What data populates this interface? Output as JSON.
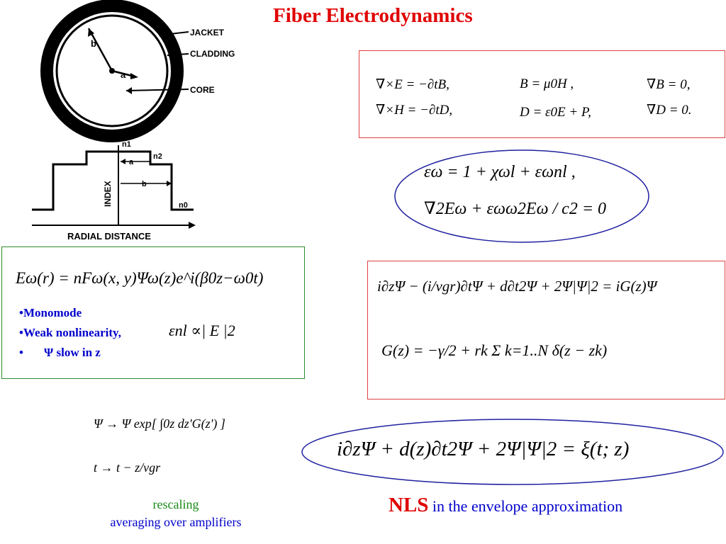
{
  "title": "Fiber Electrodynamics",
  "diagram": {
    "labels": {
      "jacket": "JACKET",
      "cladding": "CLADDING",
      "core": "CORE",
      "a": "a",
      "b": "b",
      "n1": "n1",
      "n2": "n2",
      "n0": "n0",
      "index": "INDEX",
      "radial_distance": "RADIAL DISTANCE"
    }
  },
  "maxwell": {
    "row1": [
      "∇×E = −∂tB,",
      "B = μ0H ,",
      "∇B = 0,"
    ],
    "row2": [
      "∇×H = −∂tD,",
      "D = ε0E + P,",
      "∇D = 0."
    ]
  },
  "helmholtz": {
    "line1": "εω = 1 + χωl + εωnl ,",
    "line2": "∇2Eω + εωω2Eω / c2 = 0"
  },
  "mode": {
    "equation": "Eω(r) = nFω(x, y)Ψω(z)e^i(β0z−ω0t)",
    "bullets": [
      "•Monomode",
      "•Weak nonlinearity,",
      "•",
      "Ψ slow in  z"
    ],
    "weak_relation": "εnl ∝| E |2"
  },
  "envelope": {
    "line1": "i∂zΨ − (i/vgr)∂tΨ + d∂t2Ψ + 2Ψ|Ψ|2 = iG(z)Ψ",
    "line2": "G(z) = −γ/2 + rk Σ k=1..N δ(z − zk)"
  },
  "rescaling": {
    "line1": "Ψ → Ψ exp[ ∫0z dz'G(z') ]",
    "line2": "t → t − z/vgr",
    "caption1": "rescaling",
    "caption2": "averaging over amplifiers"
  },
  "nls": {
    "equation": "i∂zΨ + d(z)∂t2Ψ + 2Ψ|Ψ|2 = ξ(t; z)",
    "label_bold": "NLS",
    "label_rest": " in the envelope approximation"
  },
  "colors": {
    "title": "#e00000",
    "maxwell_box": "#e04040",
    "ellipse": "#2020a0",
    "mode_box": "#2e8b2e",
    "bullets": "#0000cc",
    "caption1": "#1a8a1a",
    "caption2": "#0000cc"
  }
}
